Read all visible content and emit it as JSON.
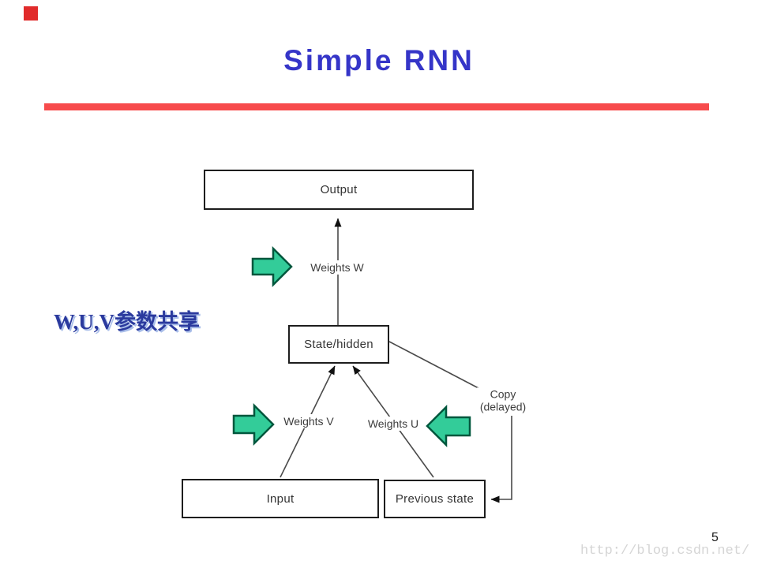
{
  "slide": {
    "title": "Simple RNN",
    "title_color": "#3535C8",
    "accent_line_color": "#F74B4C",
    "corner_square_color": "#E12B2B",
    "annotation": "W,U,V参数共享",
    "annotation_color": "#2B3A9E",
    "page_number": "5",
    "watermark": "http://blog.csdn.net/"
  },
  "diagram": {
    "nodes": [
      {
        "id": "output",
        "label": "Output"
      },
      {
        "id": "state",
        "label": "State/hidden"
      },
      {
        "id": "input",
        "label": "Input"
      },
      {
        "id": "prev",
        "label": "Previous state"
      }
    ],
    "edge_labels": [
      {
        "id": "weights-w",
        "label": "Weights W"
      },
      {
        "id": "weights-v",
        "label": "Weights V"
      },
      {
        "id": "weights-u",
        "label": "Weights U"
      },
      {
        "id": "copy",
        "line1": "Copy",
        "line2": "(delayed)"
      }
    ],
    "connector_color": "#4a4a4a",
    "arrowhead_color": "#111111",
    "green_arrow_fill": "#33CC99",
    "green_arrow_border": "#00573D"
  }
}
